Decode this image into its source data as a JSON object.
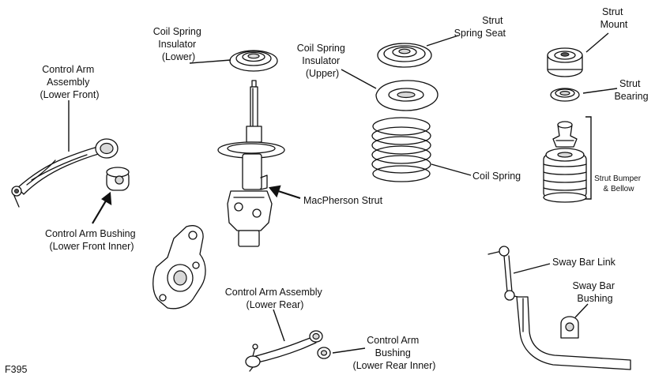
{
  "figure_code": "F395",
  "labels": {
    "coil_spring_insulator_lower": [
      "Coil Spring",
      "Insulator",
      "(Lower)"
    ],
    "coil_spring_insulator_upper": [
      "Coil Spring",
      "Insulator",
      "(Upper)"
    ],
    "strut_spring_seat": [
      "Strut",
      "Spring Seat"
    ],
    "strut_mount": [
      "Strut",
      "Mount"
    ],
    "strut_bearing": [
      "Strut",
      "Bearing"
    ],
    "control_arm_assembly_lower_front": [
      "Control Arm",
      "Assembly",
      "(Lower Front)"
    ],
    "control_arm_bushing_lower_front_inner": [
      "Control Arm Bushing",
      "(Lower Front Inner)"
    ],
    "macpherson_strut": [
      "MacPherson Strut"
    ],
    "coil_spring": [
      "Coil Spring"
    ],
    "strut_bumper_bellow": [
      "Strut Bumper",
      "& Bellow"
    ],
    "sway_bar_link": [
      "Sway Bar Link"
    ],
    "sway_bar_bushing": [
      "Sway Bar",
      "Bushing"
    ],
    "control_arm_assembly_lower_rear": [
      "Control Arm Assembly",
      "(Lower Rear)"
    ],
    "control_arm_bushing_lower_rear_inner": [
      "Control Arm",
      "Bushing",
      "(Lower Rear Inner)"
    ]
  }
}
